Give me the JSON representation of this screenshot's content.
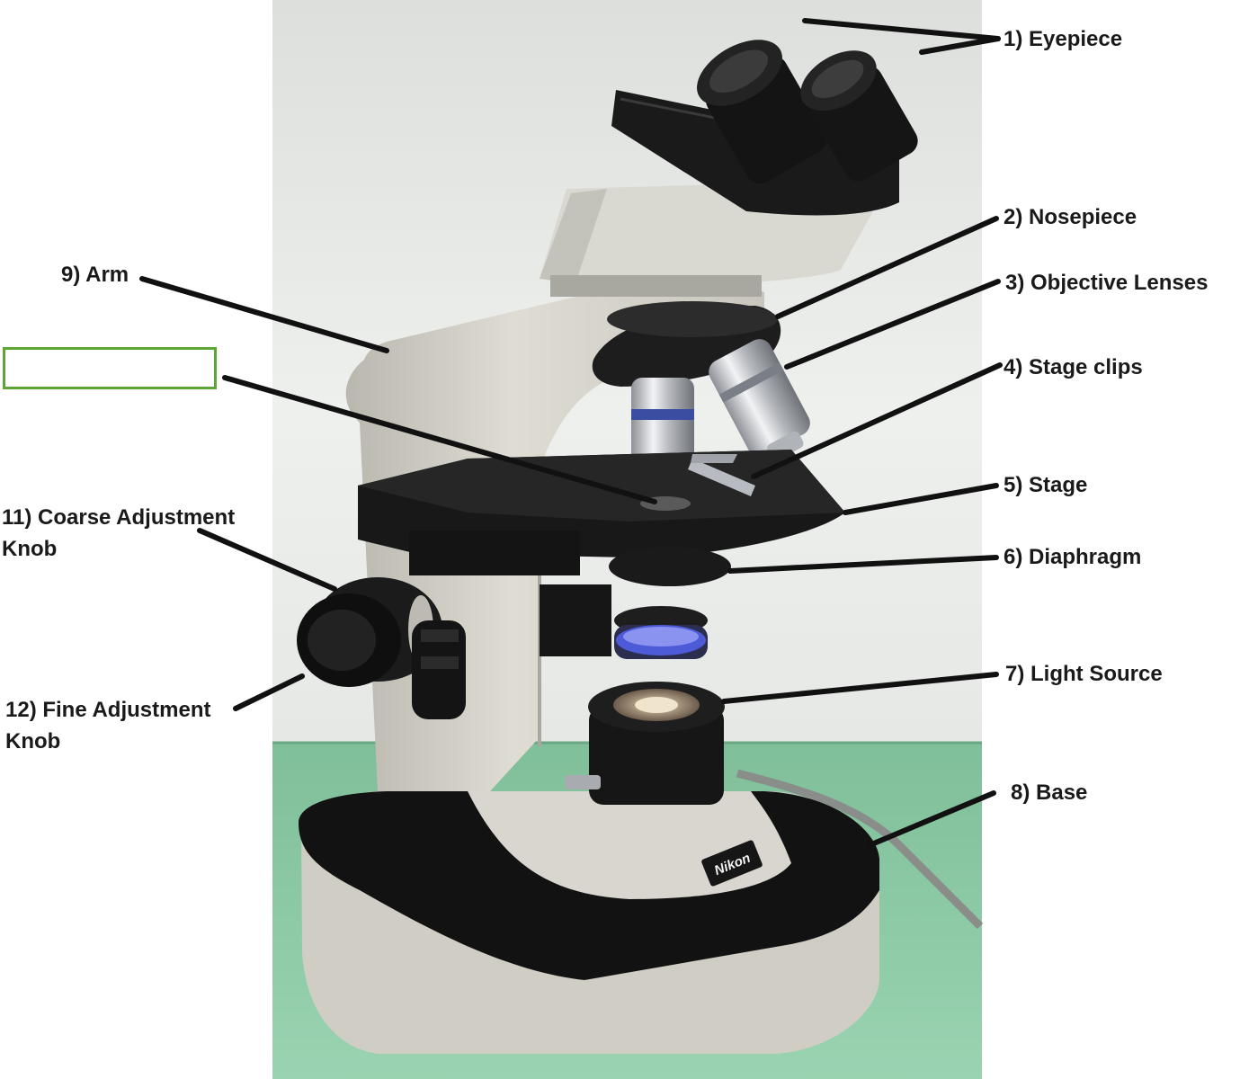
{
  "figure": {
    "description_free": true,
    "brand_logo_text": "Nikon",
    "colors": {
      "background_wall": "#e8eae8",
      "table_green": "#8cc9a6",
      "leader_line": "#111111",
      "answer_box_border": "#5da534",
      "body_light_gray": "#d4d2c9",
      "body_dark": "#1c1c1c"
    }
  },
  "labels": {
    "eyepiece": "1) Eyepiece",
    "nosepiece": "2) Nosepiece",
    "objective_lenses": "3) Objective Lenses",
    "stage_clips": "4) Stage clips",
    "stage": "5) Stage",
    "diaphragm": "6) Diaphragm",
    "light_source": "7) Light Source",
    "base": "8) Base",
    "arm": "9) Arm",
    "coarse_line1": "11) Coarse Adjustment",
    "coarse_line2": "Knob",
    "fine_line1": "12) Fine Adjustment",
    "fine_line2": "Knob"
  },
  "answer_box": {
    "value": ""
  }
}
